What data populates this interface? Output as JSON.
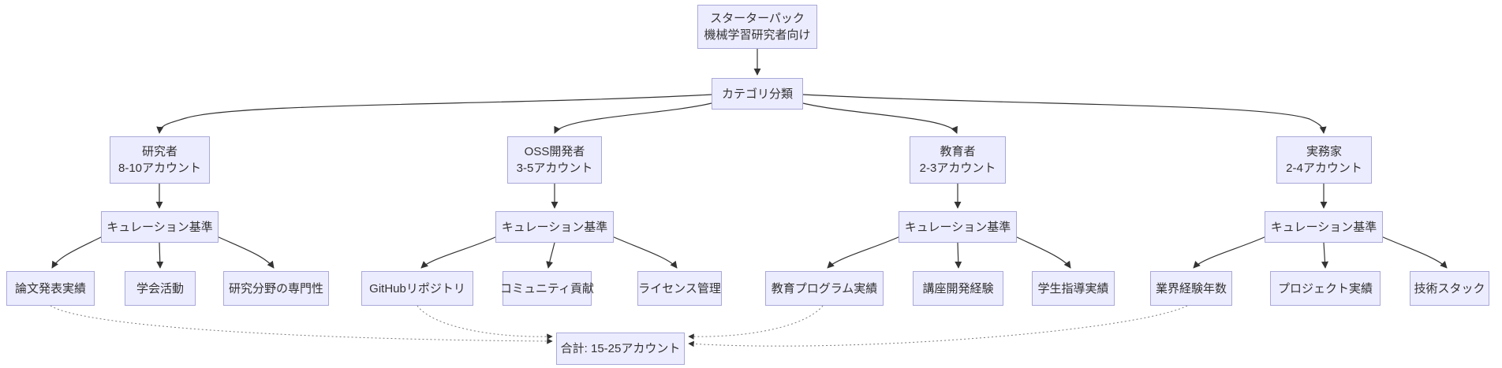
{
  "diagram": {
    "title": "スターターパック 機械学習研究者向け フローチャート",
    "type": "flowchart",
    "direction": "top-down",
    "colors": {
      "node_fill": "#ECECFF",
      "node_border": "#a9a9d9",
      "edge": "#333333",
      "edge_dotted": "#7a7a7a",
      "text": "#333333",
      "background": "#ffffff"
    },
    "nodes": [
      {
        "id": "start",
        "lines": [
          "スターターパック",
          "機械学習研究者向け"
        ]
      },
      {
        "id": "category",
        "lines": [
          "カテゴリ分類"
        ]
      },
      {
        "id": "researchers",
        "lines": [
          "研究者",
          "8-10アカウント"
        ]
      },
      {
        "id": "oss",
        "lines": [
          "OSS開発者",
          "3-5アカウント"
        ]
      },
      {
        "id": "educators",
        "lines": [
          "教育者",
          "2-3アカウント"
        ]
      },
      {
        "id": "practitioners",
        "lines": [
          "実務家",
          "2-4アカウント"
        ]
      },
      {
        "id": "crit-researchers",
        "lines": [
          "キュレーション基準"
        ]
      },
      {
        "id": "crit-oss",
        "lines": [
          "キュレーション基準"
        ]
      },
      {
        "id": "crit-educators",
        "lines": [
          "キュレーション基準"
        ]
      },
      {
        "id": "crit-practitioners",
        "lines": [
          "キュレーション基準"
        ]
      },
      {
        "id": "papers",
        "lines": [
          "論文発表実績"
        ]
      },
      {
        "id": "conferences",
        "lines": [
          "学会活動"
        ]
      },
      {
        "id": "expertise",
        "lines": [
          "研究分野の専門性"
        ]
      },
      {
        "id": "github",
        "lines": [
          "GitHubリポジトリ"
        ]
      },
      {
        "id": "community",
        "lines": [
          "コミュニティ貢献"
        ]
      },
      {
        "id": "license",
        "lines": [
          "ライセンス管理"
        ]
      },
      {
        "id": "eduprogram",
        "lines": [
          "教育プログラム実績"
        ]
      },
      {
        "id": "course",
        "lines": [
          "講座開発経験"
        ]
      },
      {
        "id": "mentoring",
        "lines": [
          "学生指導実績"
        ]
      },
      {
        "id": "industry",
        "lines": [
          "業界経験年数"
        ]
      },
      {
        "id": "projects",
        "lines": [
          "プロジェクト実績"
        ]
      },
      {
        "id": "techstack",
        "lines": [
          "技術スタック"
        ]
      },
      {
        "id": "total",
        "lines": [
          "合計: 15-25アカウント"
        ]
      }
    ],
    "edges": [
      {
        "from": "start",
        "to": "category",
        "style": "solid"
      },
      {
        "from": "category",
        "to": "researchers",
        "style": "solid"
      },
      {
        "from": "category",
        "to": "oss",
        "style": "solid"
      },
      {
        "from": "category",
        "to": "educators",
        "style": "solid"
      },
      {
        "from": "category",
        "to": "practitioners",
        "style": "solid"
      },
      {
        "from": "researchers",
        "to": "crit-researchers",
        "style": "solid"
      },
      {
        "from": "oss",
        "to": "crit-oss",
        "style": "solid"
      },
      {
        "from": "educators",
        "to": "crit-educators",
        "style": "solid"
      },
      {
        "from": "practitioners",
        "to": "crit-practitioners",
        "style": "solid"
      },
      {
        "from": "crit-researchers",
        "to": "papers",
        "style": "solid"
      },
      {
        "from": "crit-researchers",
        "to": "conferences",
        "style": "solid"
      },
      {
        "from": "crit-researchers",
        "to": "expertise",
        "style": "solid"
      },
      {
        "from": "crit-oss",
        "to": "github",
        "style": "solid"
      },
      {
        "from": "crit-oss",
        "to": "community",
        "style": "solid"
      },
      {
        "from": "crit-oss",
        "to": "license",
        "style": "solid"
      },
      {
        "from": "crit-educators",
        "to": "eduprogram",
        "style": "solid"
      },
      {
        "from": "crit-educators",
        "to": "course",
        "style": "solid"
      },
      {
        "from": "crit-educators",
        "to": "mentoring",
        "style": "solid"
      },
      {
        "from": "crit-practitioners",
        "to": "industry",
        "style": "solid"
      },
      {
        "from": "crit-practitioners",
        "to": "projects",
        "style": "solid"
      },
      {
        "from": "crit-practitioners",
        "to": "techstack",
        "style": "solid"
      },
      {
        "from": "papers",
        "to": "total",
        "style": "dotted"
      },
      {
        "from": "github",
        "to": "total",
        "style": "dotted"
      },
      {
        "from": "eduprogram",
        "to": "total",
        "style": "dotted"
      },
      {
        "from": "industry",
        "to": "total",
        "style": "dotted"
      }
    ]
  }
}
